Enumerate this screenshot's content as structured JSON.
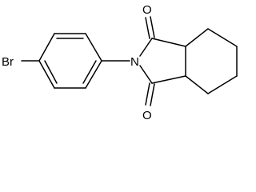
{
  "molecule": {
    "atoms": {
      "bromine": "Br",
      "nitrogen": "N",
      "oxygen_top": "O",
      "oxygen_bottom": "O"
    }
  }
}
